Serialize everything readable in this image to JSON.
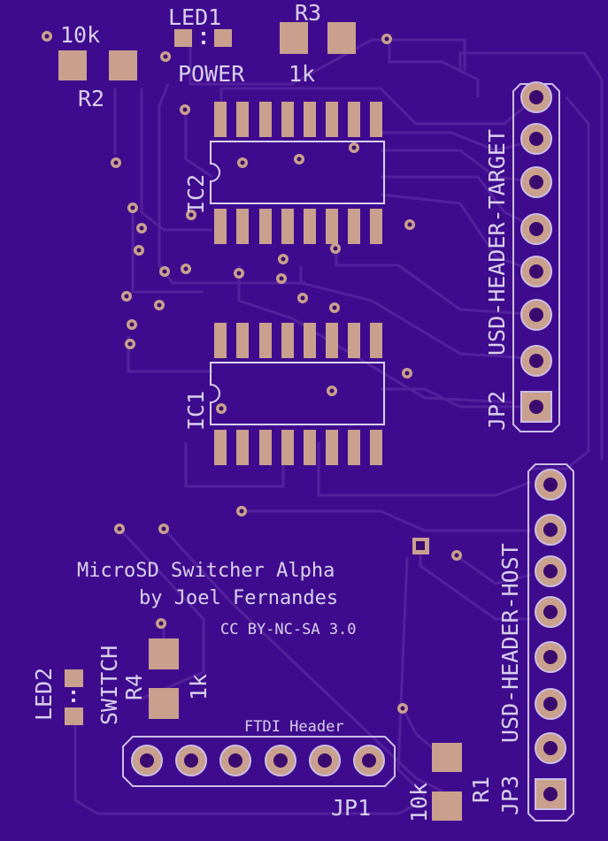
{
  "board": {
    "colors": {
      "board": "#3f0b8e",
      "trace": "#5a2aa8",
      "pad": "#c9a08e",
      "hole": "#3a0a6e",
      "silk": "#d9d1ee",
      "outline": "#cbbfe6"
    },
    "labels": {
      "led1": "LED1",
      "r3": "R3",
      "r2_value": "10k",
      "r2": "R2",
      "power": "POWER",
      "r3_value": "1k",
      "ic2": "IC2",
      "ic1": "IC1",
      "jp2": "JP2",
      "header_target": "USD-HEADER-TARGET",
      "header_host": "USD-HEADER-HOST",
      "jp3": "JP3",
      "title": "MicroSD Switcher Alpha",
      "author": "by Joel Fernandes",
      "license": "CC BY-NC-SA 3.0",
      "switch": "SWITCH",
      "led2": "LED2",
      "r4": "R4",
      "r4_value": "1k",
      "ftdi": "FTDI Header",
      "jp1": "JP1",
      "r1_value": "10k",
      "r1": "R1"
    }
  }
}
